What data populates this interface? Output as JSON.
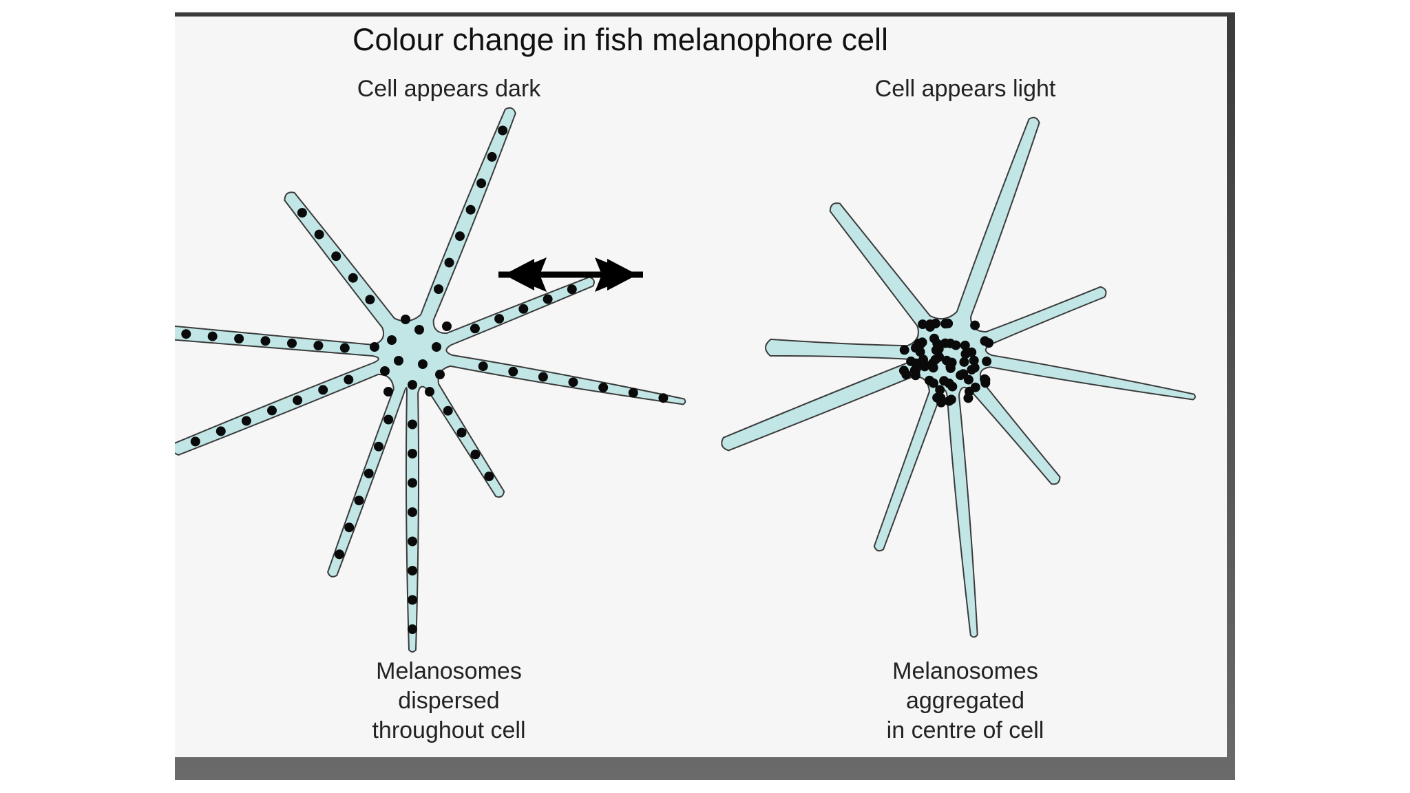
{
  "title": "Colour change in fish  melanophore cell",
  "left_cell": {
    "state_label": "Cell appears dark",
    "caption_lines": [
      "Melanosomes",
      "dispersed",
      "throughout cell"
    ]
  },
  "right_cell": {
    "state_label": "Cell appears light",
    "caption_lines": [
      "Melanosomes",
      "aggregated",
      "in centre of cell"
    ]
  },
  "colors": {
    "cytoplasm": "#c2e6e6",
    "outline": "#3a3a3a",
    "melanosome": "#0a0a0a",
    "slide_background": "#f6f6f6"
  }
}
